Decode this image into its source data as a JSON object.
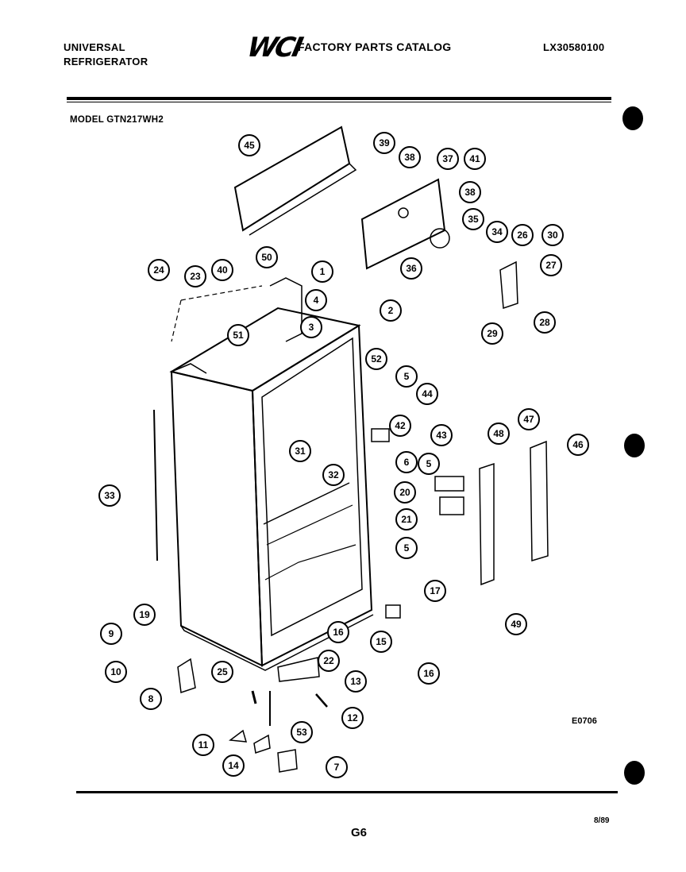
{
  "header": {
    "brand_line1": "UNIVERSAL",
    "brand_line2": "REFRIGERATOR",
    "logo": "WCI",
    "catalog_title": "FACTORY PARTS CATALOG",
    "catalog_number": "LX30580100"
  },
  "model_label": "MODEL GTN217WH2",
  "diagram_code": "E0706",
  "footer": {
    "page_number": "G6",
    "date": "8/89"
  },
  "callouts": [
    "1",
    "2",
    "3",
    "4",
    "5",
    "5",
    "5",
    "6",
    "7",
    "8",
    "9",
    "10",
    "11",
    "12",
    "13",
    "14",
    "15",
    "16",
    "16",
    "17",
    "19",
    "20",
    "21",
    "22",
    "23",
    "24",
    "25",
    "26",
    "27",
    "28",
    "29",
    "30",
    "31",
    "32",
    "33",
    "34",
    "35",
    "36",
    "37",
    "38",
    "38",
    "39",
    "40",
    "41",
    "42",
    "43",
    "44",
    "45",
    "46",
    "47",
    "48",
    "49",
    "50",
    "51",
    "52",
    "53"
  ]
}
